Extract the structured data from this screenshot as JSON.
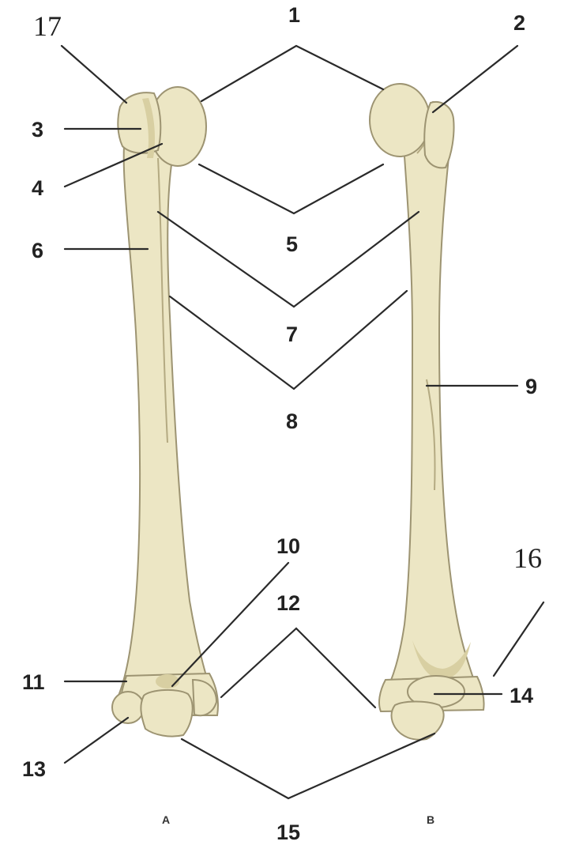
{
  "labels": {
    "l1": "1",
    "l2": "2",
    "l3": "3",
    "l4": "4",
    "l5": "5",
    "l6": "6",
    "l7": "7",
    "l8": "8",
    "l9": "9",
    "l10": "10",
    "l11": "11",
    "l12": "12",
    "l13": "13",
    "l14": "14",
    "l15": "15",
    "l16": "16",
    "l17": "17"
  },
  "views": {
    "a": "A",
    "b": "B"
  },
  "colors": {
    "bone": "#ece6c4",
    "bone_shadow": "#d8cfa2",
    "outline": "#9d9472",
    "leader": "#2a2a2a"
  }
}
